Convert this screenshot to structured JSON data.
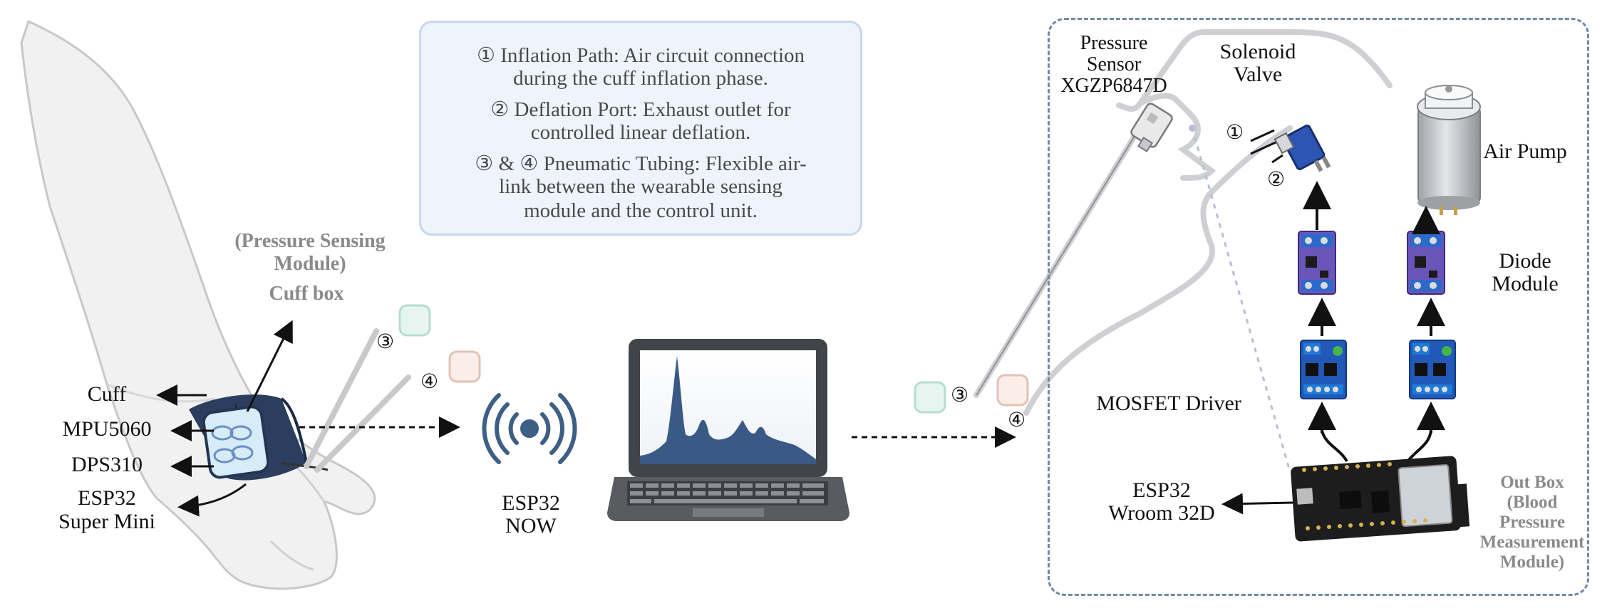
{
  "info_box": {
    "line1": "① Inflation Path: Air circuit connection",
    "line2": "during the cuff inflation phase.",
    "line3": "② Deflation Port: Exhaust outlet for",
    "line4": "controlled linear deflation.",
    "line5": "③ & ④ Pneumatic Tubing: Flexible air-",
    "line6": "link between the wearable sensing",
    "line7": "module and the control unit."
  },
  "wearable": {
    "module_title_1": "(Pressure Sensing",
    "module_title_2": "Module)",
    "cuff_box": "Cuff box",
    "cuff": "Cuff",
    "mpu": "MPU5060",
    "dps": "DPS310",
    "esp32_1": "ESP32",
    "esp32_2": "Super Mini",
    "tube3": "③",
    "tube4": "④"
  },
  "wireless": {
    "line1": "ESP32",
    "line2": "NOW"
  },
  "outbox": {
    "pressure_sensor_1": "Pressure",
    "pressure_sensor_2": "Sensor",
    "pressure_sensor_3": "XGZP6847D",
    "solenoid_1": "Solenoid",
    "solenoid_2": "Valve",
    "air_pump": "Air Pump",
    "diode_1": "Diode",
    "diode_2": "Module",
    "mosfet": "MOSFET Driver",
    "esp32_1": "ESP32",
    "esp32_2": "Wroom 32D",
    "port1": "①",
    "port2": "②",
    "tube3": "③",
    "tube4": "④",
    "title_1": "Out Box",
    "title_2": "(Blood",
    "title_3": "Pressure",
    "title_4": "Measurement",
    "title_5": "Module)"
  }
}
